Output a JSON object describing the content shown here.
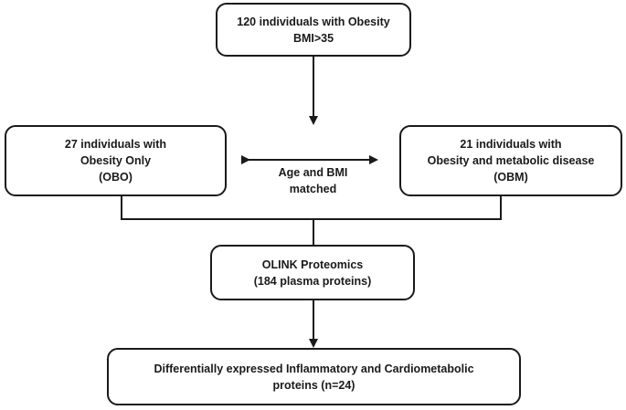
{
  "boxes": {
    "top": {
      "line1": "120 individuals with Obesity",
      "line2": "BMI>35"
    },
    "left": {
      "line1": "27 individuals with",
      "line2": "Obesity Only",
      "line3": "(OBO)"
    },
    "right": {
      "line1": "21 individuals with",
      "line2": "Obesity and metabolic disease",
      "line3": "(OBM)"
    },
    "olink": {
      "line1": "OLINK Proteomics",
      "line2": "(184 plasma proteins)"
    },
    "result": {
      "line1": "Differentially expressed Inflammatory and Cardiometabolic",
      "line2": "proteins (n=24)"
    }
  },
  "middle_label": {
    "line1": "Age and  BMI",
    "line2": "matched"
  }
}
